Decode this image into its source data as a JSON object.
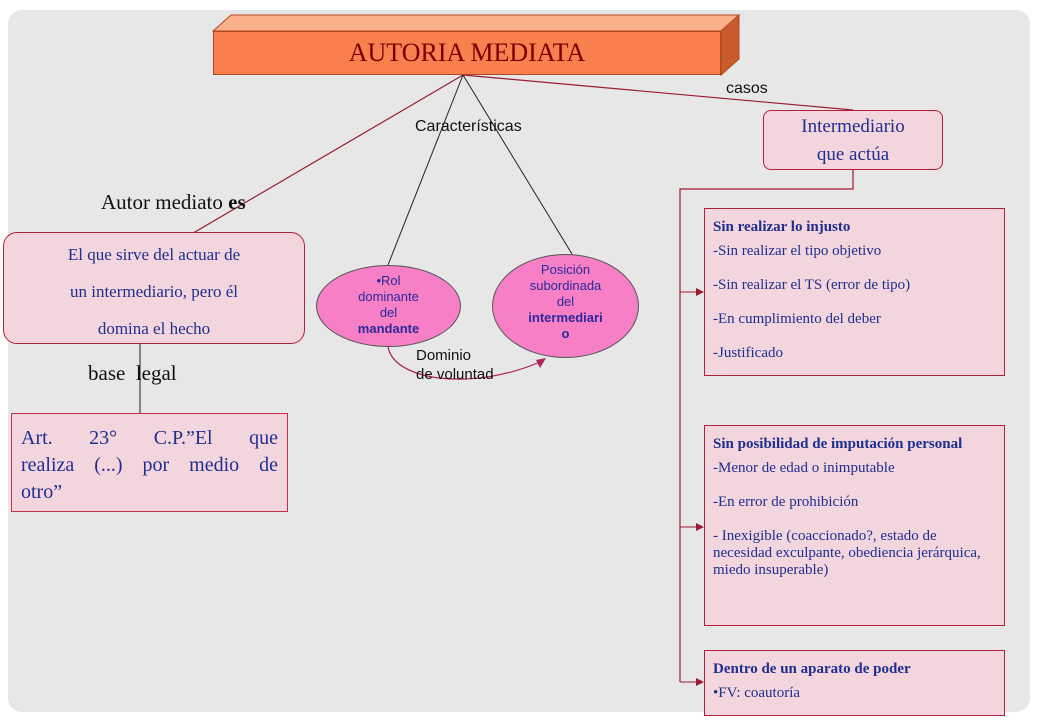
{
  "title": "AUTORIA MEDIATA",
  "labels": {
    "casos": "casos",
    "caracteristicas": "Características",
    "autor_mediato": "Autor mediato",
    "autor_mediato_es": "es",
    "base_legal": "base  legal",
    "dominio": "Dominio",
    "de_voluntad": "de voluntad"
  },
  "intermediario": {
    "line1": "Intermediario",
    "line2": "que actúa"
  },
  "definition": {
    "line1": "El que sirve del actuar de",
    "line2": "un intermediario, pero él",
    "line3": "domina el hecho"
  },
  "article": {
    "line1": "Art.   23°   C.P.”El   que",
    "line2": "realiza  (...)  por  medio  de",
    "line3": "otro”"
  },
  "rol": {
    "line1": "•Rol",
    "line2": "dominante",
    "line3": "del",
    "line4": "mandante"
  },
  "posicion": {
    "line1": "Posición",
    "line2": "subordinada",
    "line3": "del",
    "line4": "intermediari",
    "line5": "o"
  },
  "cases": [
    {
      "heading": "Sin realizar lo injusto",
      "items": [
        "-Sin realizar el tipo objetivo",
        "-Sin realizar el TS (error de tipo)",
        "-En cumplimiento del deber",
        "-Justificado"
      ]
    },
    {
      "heading": "Sin posibilidad de imputación personal",
      "items": [
        "-Menor de edad o inimputable",
        "-En error de prohibición",
        "- Inexigible (coaccionado?, estado de necesidad exculpante, obediencia jerárquica, miedo insuperable)"
      ]
    },
    {
      "heading": "Dentro de un aparato de poder",
      "items": [
        "•FV: coautoría"
      ]
    }
  ],
  "colors": {
    "title_fill": "#f97f4f",
    "box_fill": "#f3d5dd",
    "box_border": "#b2203c",
    "ellipse_fill": "#f67fc6",
    "connector": "#9b1b30",
    "text_blue": "#1f2f8f"
  }
}
